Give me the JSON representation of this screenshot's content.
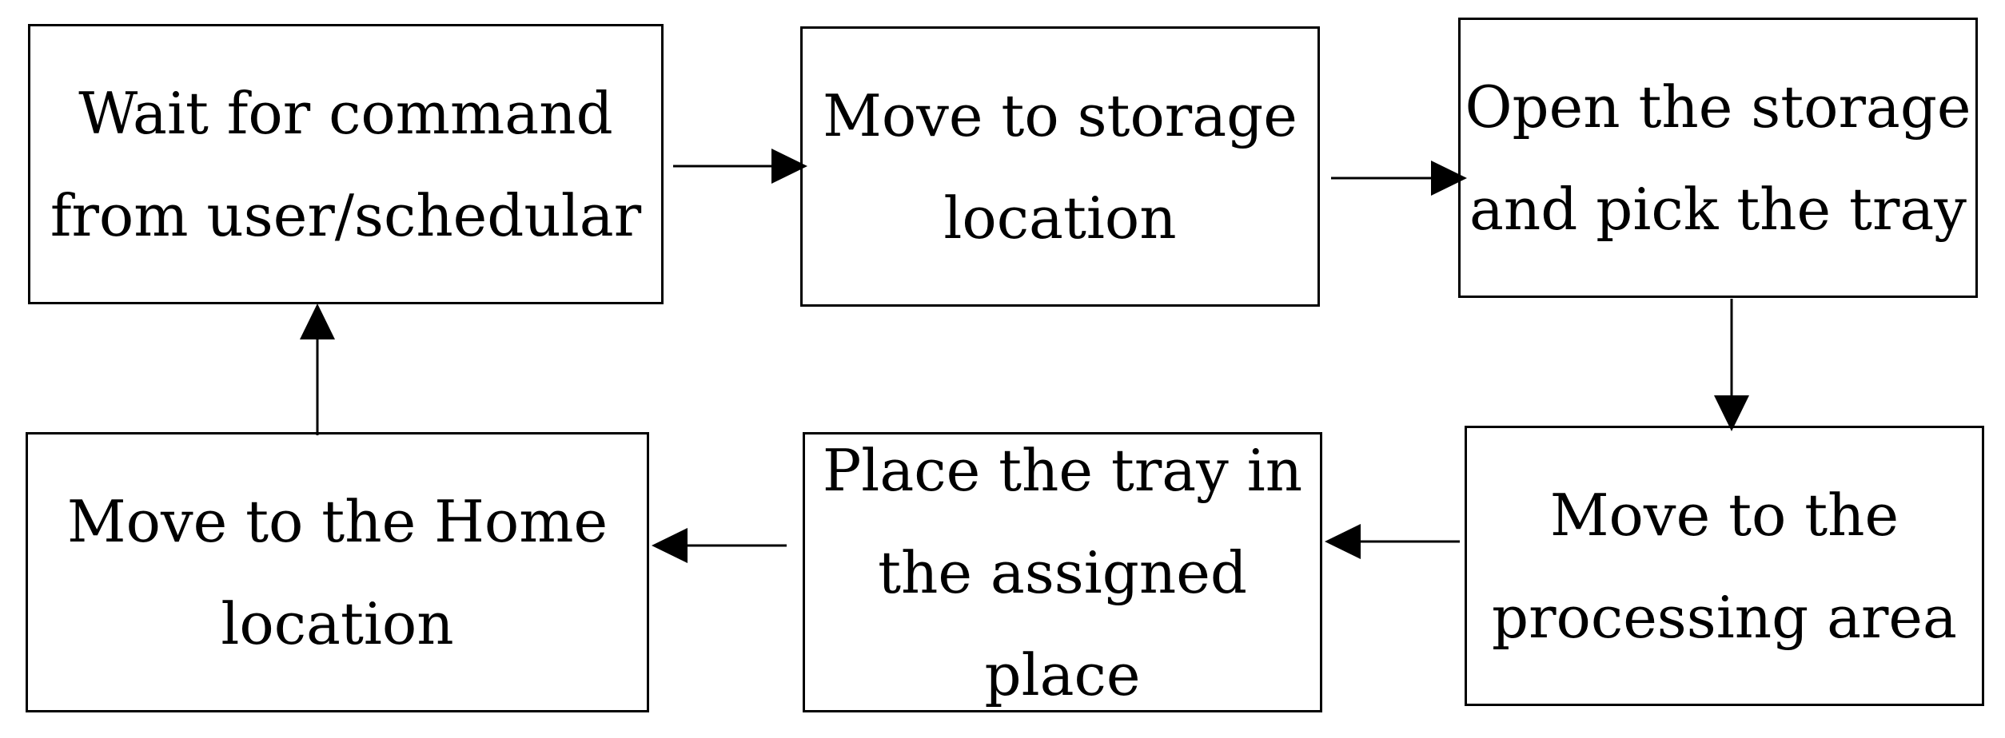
{
  "diagram": {
    "boxes": [
      {
        "id": "b1",
        "text": "Wait for command\nfrom user/schedular"
      },
      {
        "id": "b2",
        "text": "Move to storage\nlocation"
      },
      {
        "id": "b3",
        "text": "Open the storage\nand pick the tray"
      },
      {
        "id": "b4",
        "text": "Move to the\nprocessing area"
      },
      {
        "id": "b5",
        "text": "Place the tray in\nthe assigned place"
      },
      {
        "id": "b6",
        "text": "Move to the Home\nlocation"
      }
    ],
    "flow": [
      {
        "from": "b1",
        "to": "b2"
      },
      {
        "from": "b2",
        "to": "b3"
      },
      {
        "from": "b3",
        "to": "b4"
      },
      {
        "from": "b4",
        "to": "b5"
      },
      {
        "from": "b5",
        "to": "b6"
      },
      {
        "from": "b6",
        "to": "b1"
      }
    ],
    "line_color": "#000000"
  }
}
